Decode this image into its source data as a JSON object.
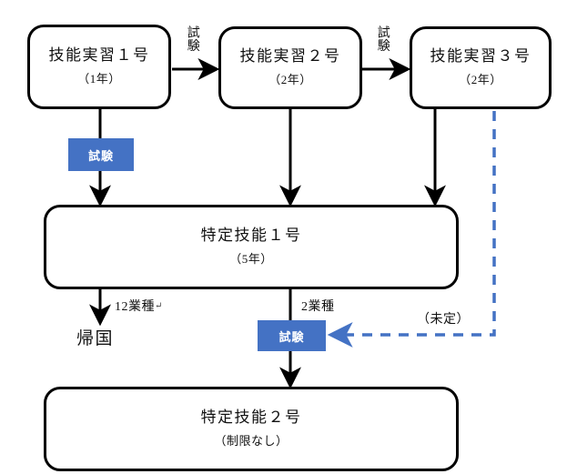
{
  "diagram": {
    "title": "",
    "colors": {
      "exam_chip_fill": "#4472C4",
      "dashed_connector": "#4472C4",
      "solid_connector": "#000000",
      "node_border": "#000000",
      "background": "#FFFFFF"
    },
    "nodes": [
      {
        "id": "ginou1",
        "title": "技能実習１号",
        "sub": "（1年）"
      },
      {
        "id": "ginou2",
        "title": "技能実習２号",
        "sub": "（2年）"
      },
      {
        "id": "ginou3",
        "title": "技能実習３号",
        "sub": "（2年）"
      },
      {
        "id": "tokutei1",
        "title": "特定技能１号",
        "sub": "（5年）"
      },
      {
        "id": "tokutei2",
        "title": "特定技能２号",
        "sub": "（制限なし）"
      }
    ],
    "exam_chips": [
      {
        "id": "exam-ginou1-to-tokutei1",
        "label": "試験"
      },
      {
        "id": "exam-tokutei1-to-tokutei2",
        "label": "試験"
      }
    ],
    "arrow_labels": [
      {
        "id": "exam-1to2",
        "label": "試験",
        "orientation": "vertical"
      },
      {
        "id": "exam-2to3",
        "label": "試験",
        "orientation": "vertical"
      }
    ],
    "edge_labels": [
      {
        "id": "twelve-industries",
        "label": "12業種",
        "mark": "↵"
      },
      {
        "id": "two-industries",
        "label": "2業種",
        "mark": ""
      },
      {
        "id": "undecided",
        "label": "（未定）",
        "mark": ""
      }
    ],
    "terminals": [
      {
        "id": "return-home",
        "label": "帰国"
      }
    ]
  }
}
